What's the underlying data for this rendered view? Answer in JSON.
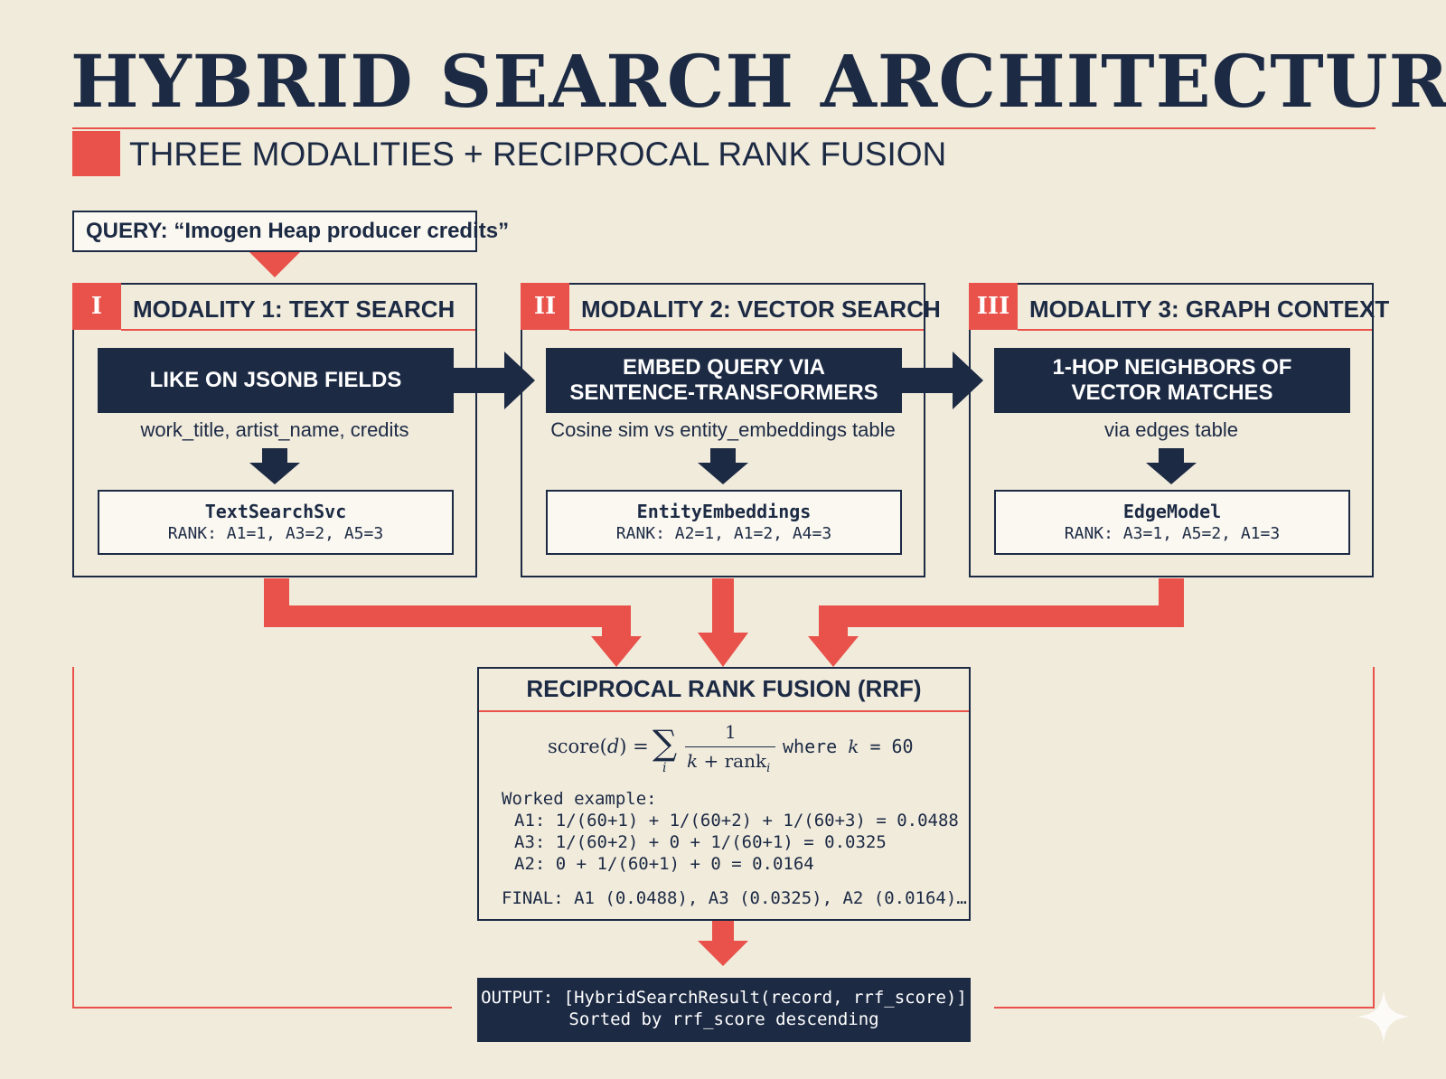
{
  "title": "HYBRID SEARCH ARCHITECTURE",
  "subtitle": "THREE MODALITIES + RECIPROCAL RANK FUSION",
  "query": "QUERY: “Imogen Heap producer credits”",
  "modalities": [
    {
      "numeral": "I",
      "title": "MODALITY 1: TEXT SEARCH",
      "action_lines": [
        "LIKE ON JSONB FIELDS"
      ],
      "description": "work_title, artist_name, credits",
      "component": "TextSearchSvc",
      "ranks": "RANK: A1=1, A3=2, A5=3"
    },
    {
      "numeral": "II",
      "title": "MODALITY 2: VECTOR SEARCH",
      "action_lines": [
        "EMBED QUERY VIA",
        "SENTENCE-TRANSFORMERS"
      ],
      "description": "Cosine sim vs entity_embeddings table",
      "component": "EntityEmbeddings",
      "ranks": "RANK: A2=1, A1=2, A4=3"
    },
    {
      "numeral": "III",
      "title": "MODALITY 3: GRAPH CONTEXT",
      "action_lines": [
        "1-HOP NEIGHBORS OF",
        "VECTOR MATCHES"
      ],
      "description": "via edges table",
      "component": "EdgeModel",
      "ranks": "RANK: A3=1, A5=2, A1=3"
    }
  ],
  "rrf": {
    "title": "RECIPROCAL RANK FUSION (RRF)",
    "formula": {
      "lhs": "score(",
      "var": "d",
      "rhs": ") =",
      "sigma": "∑",
      "sub": "i",
      "numerator": "1",
      "denominator_k": "k",
      "denominator_rest": " + rank",
      "denominator_sub": "i",
      "where": "where",
      "k": "k",
      "k_value": "= 60"
    },
    "worked_label": "Worked example:",
    "worked_lines": [
      "A1: 1/(60+1) + 1/(60+2) + 1/(60+3) = 0.0488",
      "A3: 1/(60+2) + 0 + 1/(60+1) = 0.0325",
      "A2: 0 + 1/(60+1) + 0 = 0.0164"
    ],
    "final": "FINAL: A1 (0.0488), A3 (0.0325), A2 (0.0164)…"
  },
  "output": {
    "line1": "OUTPUT: [HybridSearchResult(record, rrf_score)]",
    "line2": "Sorted by rrf_score descending"
  },
  "colors": {
    "navy": "#1c2a44",
    "red": "#e8524a",
    "paper": "#f1ebdc",
    "card": "#fbf8f1"
  }
}
